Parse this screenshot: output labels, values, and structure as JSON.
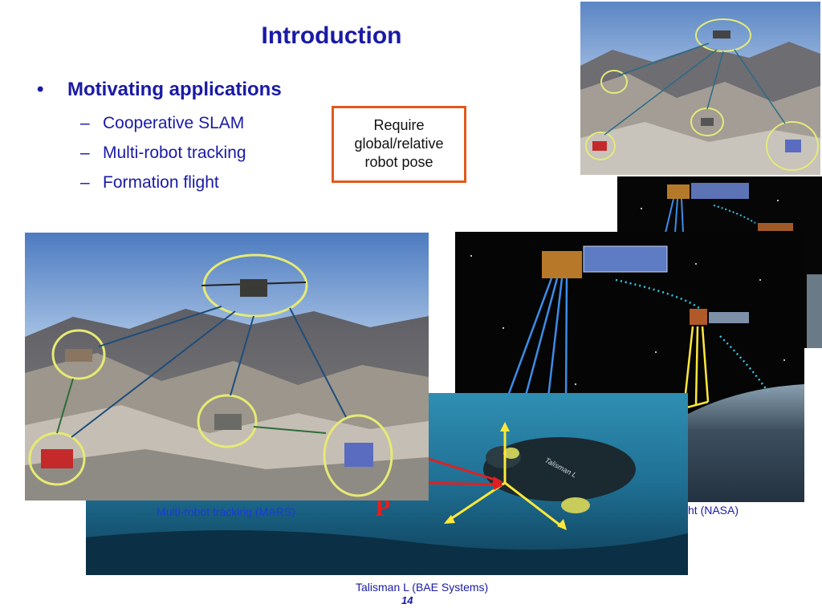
{
  "slide": {
    "title": "Introduction",
    "bullet": "Motivating applications",
    "subitems": [
      "Cooperative SLAM",
      "Multi-robot tracking",
      "Formation flight"
    ],
    "callout_lines": [
      "Require",
      "global/relative",
      "robot pose"
    ],
    "captions": {
      "mars": "Multi-robot tracking (MARS)",
      "nasa": "ht (NASA)",
      "talisman": "Talisman L (BAE Systems)"
    },
    "underwater_label": "P",
    "auv_name": "Talisman L",
    "page_number": "14"
  }
}
